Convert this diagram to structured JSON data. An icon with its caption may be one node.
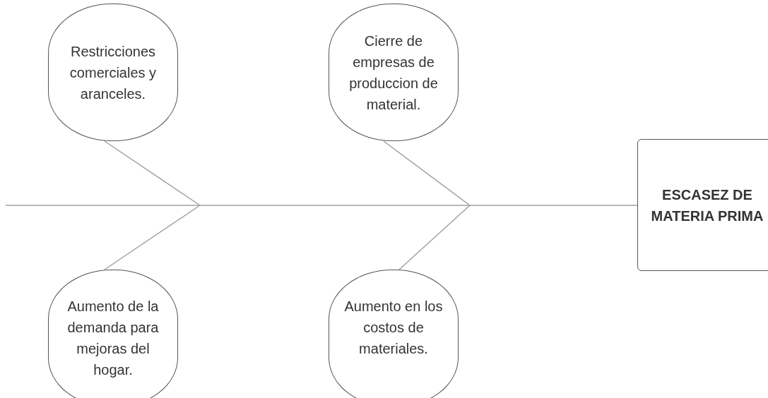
{
  "diagram": {
    "nodes": [
      {
        "text": [
          "Restricciones comerciales y aranceles."
        ]
      },
      {
        "text": [
          "Cierre de empresas de produccion de material."
        ]
      },
      {
        "text": [
          "ESCASEZ DE MATERIA PRIMA"
        ]
      },
      {
        "text": [
          "Aumento de la demanda para mejoras del hogar."
        ]
      },
      {
        "text": [
          "Aumento en los costos de materiales."
        ]
      }
    ],
    "edges": [
      {
        "from": null,
        "to": 2,
        "arrow": "none"
      },
      {
        "from": 0,
        "to": null,
        "arrow": "none"
      },
      {
        "from": 3,
        "to": null,
        "arrow": "none"
      },
      {
        "from": 1,
        "to": null,
        "arrow": "none"
      },
      {
        "from": 4,
        "to": null,
        "arrow": "none"
      }
    ]
  }
}
